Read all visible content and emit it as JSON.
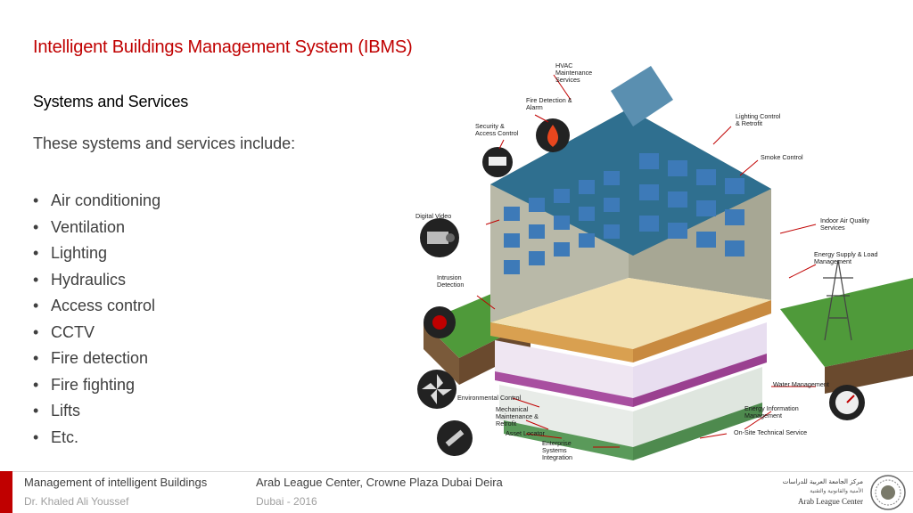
{
  "slide": {
    "title": "Intelligent Buildings Management System (IBMS)",
    "subtitle": "Systems and Services",
    "intro": "These systems and services include:",
    "bullets": [
      "Air conditioning",
      "Ventilation",
      "Lighting",
      "Hydraulics",
      "Access control",
      "CCTV",
      "Fire detection",
      "Fire fighting",
      "Lifts",
      "Etc."
    ]
  },
  "figure": {
    "labels": {
      "hvac": [
        "HVAC",
        "Maintenance",
        "Services"
      ],
      "fire": [
        "Fire Detection &",
        "Alarm"
      ],
      "security": [
        "Security &",
        "Access Control"
      ],
      "lighting": [
        "Lighting Control",
        "& Retrofit"
      ],
      "smoke": [
        "Smoke Control"
      ],
      "video": [
        "Digital Video"
      ],
      "iaq": [
        "Indoor Air Quality",
        "Services"
      ],
      "energy": [
        "Energy Supply & Load",
        "Management"
      ],
      "intrusion": [
        "Intrusion",
        "Detection"
      ],
      "water": [
        "Water Management"
      ],
      "env": [
        "Environmental Control"
      ],
      "eim": [
        "Energy Information",
        "Management"
      ],
      "mech": [
        "Mechanical",
        "Maintenance &",
        "Retrofit"
      ],
      "asset": [
        "Asset Locator"
      ],
      "onsite": [
        "On-Site Technical Service"
      ],
      "esi": [
        "Enterprise",
        "Systems",
        "Integration"
      ]
    }
  },
  "footer": {
    "course": "Management of intelligent Buildings",
    "author": "Dr. Khaled Ali Youssef",
    "venue": "Arab League Center, Crowne Plaza Dubai Deira",
    "place_date": "Dubai - 2016",
    "logo_arabic_1": "مركز الجامعة العربية للدراسات",
    "logo_arabic_2": "الأمنية والقانونية والتقنية",
    "logo_english": "Arab League Center"
  },
  "colors": {
    "accent": "#c00000",
    "body_text": "#404040",
    "muted": "#a0a0a0"
  }
}
